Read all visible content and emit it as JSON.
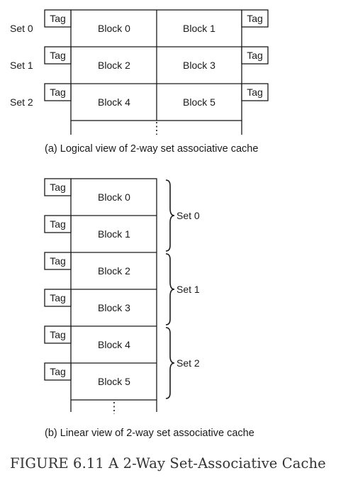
{
  "logical": {
    "rows": [
      {
        "set": "Set 0",
        "tag_left": "Tag",
        "block_left": "Block 0",
        "block_right": "Block 1",
        "tag_right": "Tag"
      },
      {
        "set": "Set 1",
        "tag_left": "Tag",
        "block_left": "Block 2",
        "block_right": "Block 3",
        "tag_right": "Tag"
      },
      {
        "set": "Set 2",
        "tag_left": "Tag",
        "block_left": "Block 4",
        "block_right": "Block 5",
        "tag_right": "Tag"
      }
    ],
    "caption": "(a)  Logical view of 2-way set associative cache"
  },
  "linear": {
    "rows": [
      {
        "tag": "Tag",
        "block": "Block 0"
      },
      {
        "tag": "Tag",
        "block": "Block 1"
      },
      {
        "tag": "Tag",
        "block": "Block 2"
      },
      {
        "tag": "Tag",
        "block": "Block 3"
      },
      {
        "tag": "Tag",
        "block": "Block 4"
      },
      {
        "tag": "Tag",
        "block": "Block 5"
      }
    ],
    "sets": [
      "Set 0",
      "Set 1",
      "Set 2"
    ],
    "caption": "(b)  Linear view of 2-way set associative cache"
  },
  "figure_caption": "FIGURE 6.11 A 2-Way Set-Associative Cache"
}
